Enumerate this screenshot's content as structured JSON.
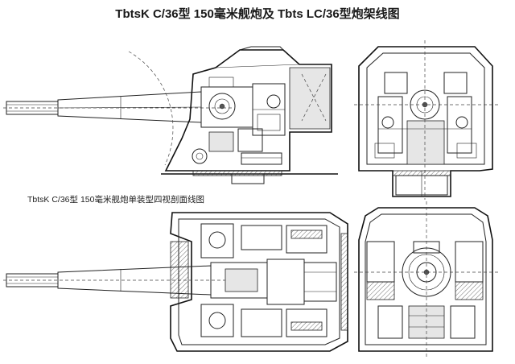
{
  "title": "TbtsK C/36型 150毫米舰炮及 Tbts LC/36型炮架线图",
  "subtitle": "TbtsK C/36型 150毫米舰炮单装型四视剖面线图",
  "views": [
    "side-view",
    "front-view",
    "top-view",
    "top-front-view"
  ]
}
